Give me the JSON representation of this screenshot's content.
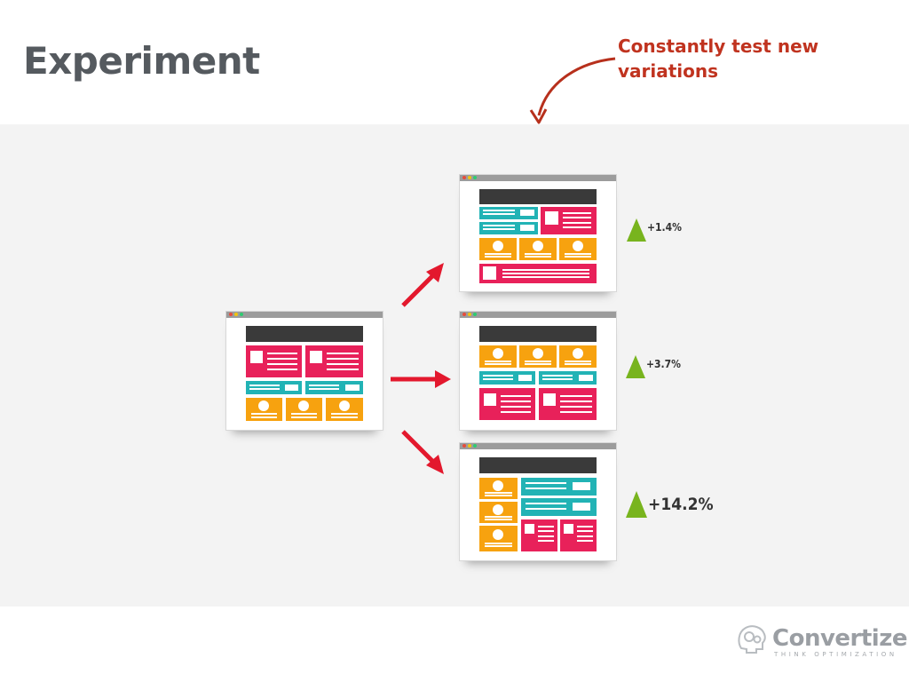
{
  "slide": {
    "title": "Experiment",
    "annotation": "Constantly test new variations"
  },
  "variations": [
    {
      "change": "+1.4%"
    },
    {
      "change": "+3.7%"
    },
    {
      "change": "+14.2%"
    }
  ],
  "logo": {
    "name": "Convertize",
    "tagline": "THINK OPTIMIZATION"
  },
  "colors": {
    "title": "#555a5f",
    "annotation": "#c0331f",
    "arrow": "#e3182d",
    "up_indicator": "#78b41e",
    "pink": "#e8215a",
    "teal": "#22b3b5",
    "orange": "#f7a20f",
    "header_block": "#3a3a3a"
  }
}
